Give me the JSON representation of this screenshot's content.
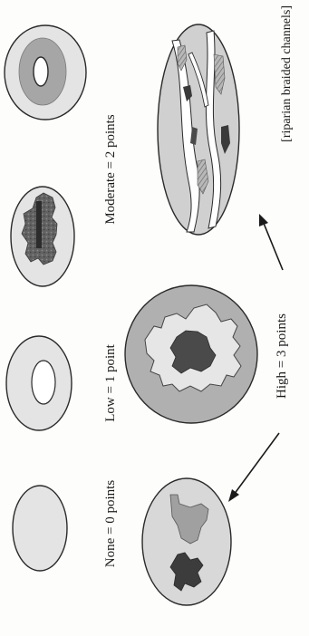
{
  "labels": {
    "none": "None = 0 points",
    "low": "Low = 1 point",
    "moderate": "Moderate = 2 points",
    "high": "High   = 3 points",
    "riparian": "[riparian braided channels]"
  },
  "colors": {
    "background": "#fdfdfb",
    "outline": "#2a2a2a",
    "ellipse_fill": "#e4e4e4",
    "mid_gray": "#a6a6a6",
    "dark_gray": "#5c5c5c",
    "hatch_gray": "#8e8e8e",
    "white": "#ffffff"
  }
}
